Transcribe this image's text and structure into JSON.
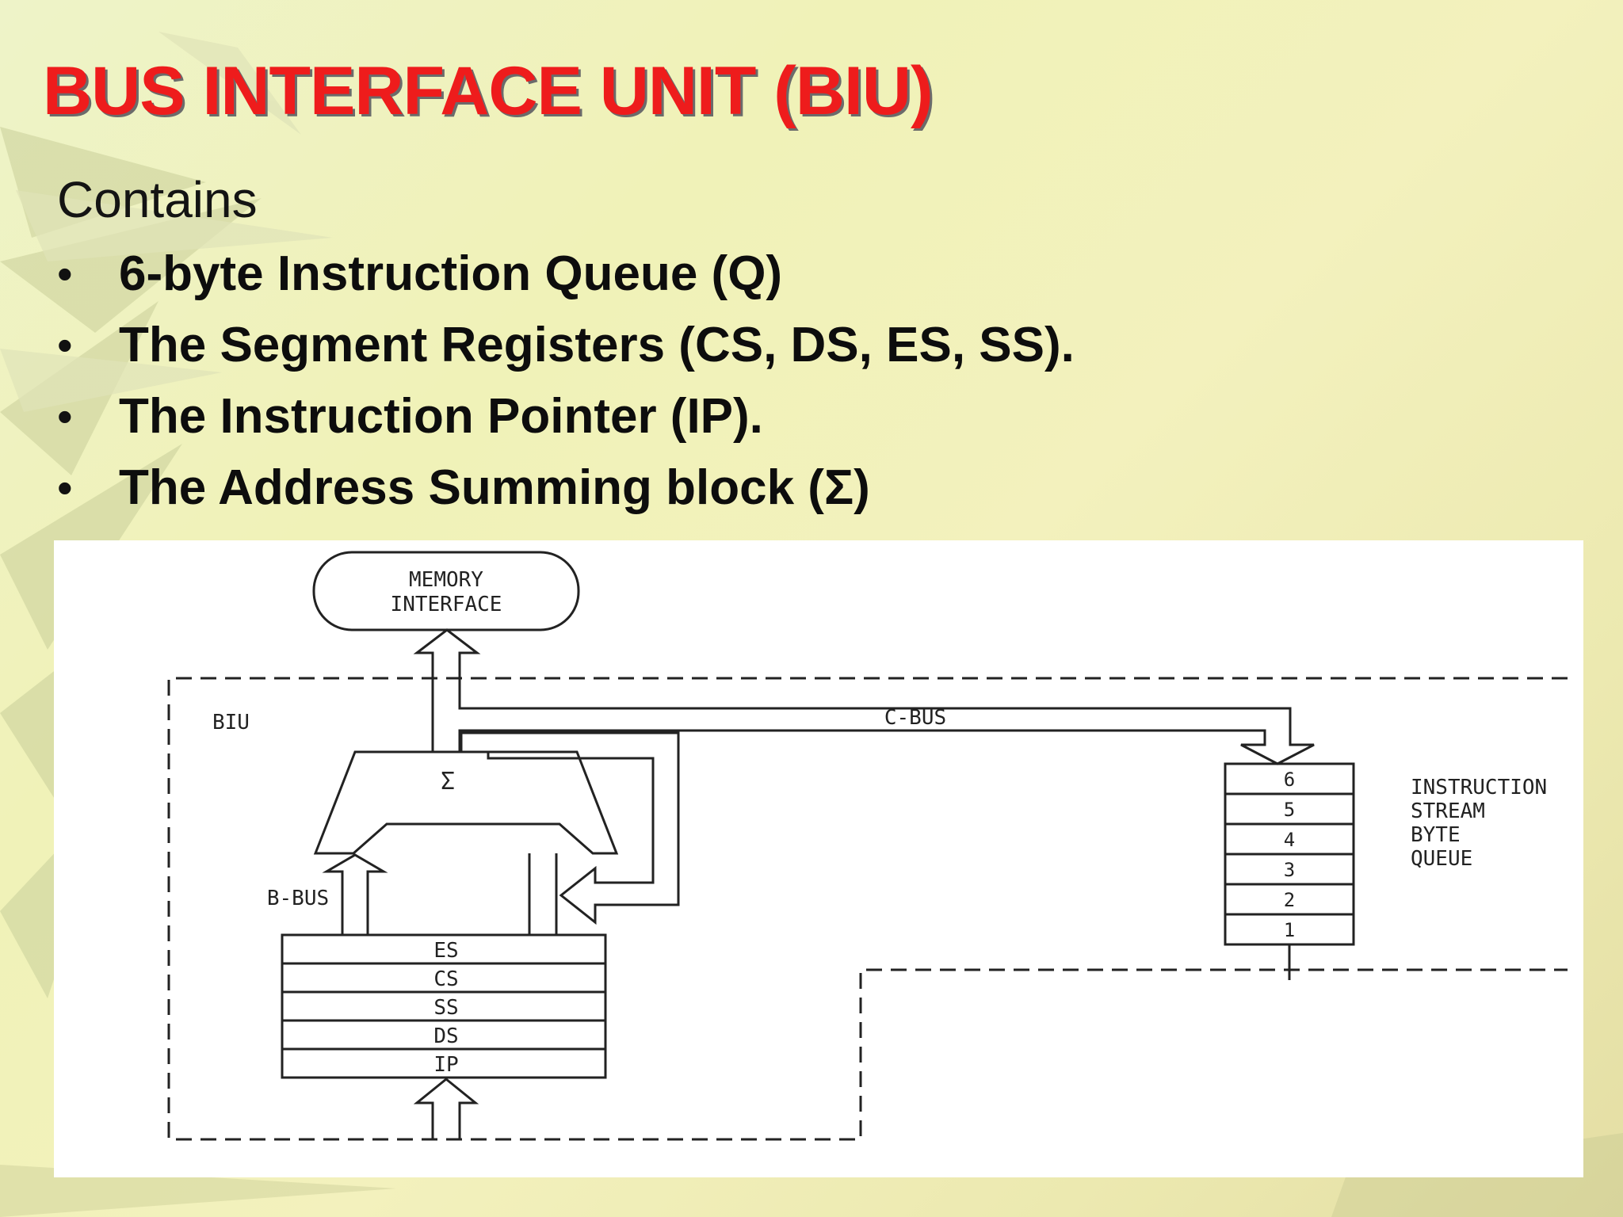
{
  "title": "BUS INTERFACE UNIT (BIU)",
  "intro": "Contains",
  "bullets": [
    "6-byte Instruction Queue (Q)",
    "The Segment Registers (CS, DS, ES, SS).",
    "The Instruction Pointer (IP).",
    "The Address Summing block (Σ)"
  ],
  "bullet_symbol": "•",
  "diagram": {
    "memory_interface_line1": "MEMORY",
    "memory_interface_line2": "INTERFACE",
    "biu_label": "BIU",
    "c_bus_label": "C-BUS",
    "b_bus_label": "B-BUS",
    "sigma_label": "Σ",
    "segment_registers": [
      "ES",
      "CS",
      "SS",
      "DS",
      "IP"
    ],
    "queue_slots": [
      "6",
      "5",
      "4",
      "3",
      "2",
      "1"
    ],
    "queue_caption": [
      "INSTRUCTION",
      "STREAM",
      "BYTE",
      "QUEUE"
    ]
  },
  "colors": {
    "title": "#ee1c1c",
    "title_shadow": "#6b6b6b",
    "text": "#141414",
    "diagram_bg": "#ffffff",
    "diagram_ink": "#222222"
  }
}
